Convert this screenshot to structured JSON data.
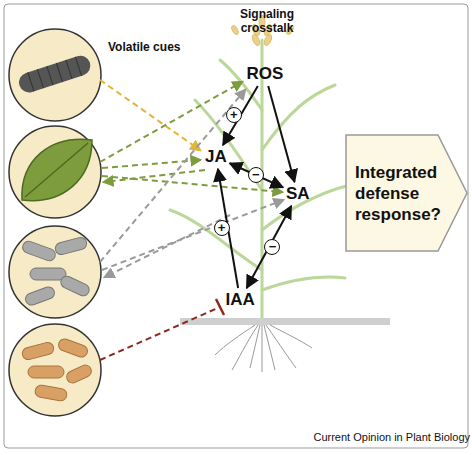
{
  "diagram": {
    "nodes": [
      {
        "text": [
          "ROS"
        ]
      },
      {
        "text": [
          "JA"
        ]
      },
      {
        "text": [
          "SA"
        ]
      },
      {
        "text": [
          "IAA"
        ]
      },
      {
        "text": [
          "Integrated defense response?"
        ]
      }
    ],
    "edges": [
      {
        "from": 0,
        "to": 1,
        "label": "+",
        "arrow": "to"
      },
      {
        "from": 0,
        "to": 2,
        "arrow": "to"
      },
      {
        "from": 1,
        "to": 2,
        "label": "−",
        "arrow": "both"
      },
      {
        "from": 3,
        "to": 1,
        "label": "+",
        "arrow": "to"
      },
      {
        "from": 3,
        "to": 2,
        "label": "−",
        "arrow": "both"
      }
    ],
    "labels": [
      "Volatile cues",
      "Signaling crosstalk",
      "Current Opinion in Plant Biology"
    ]
  }
}
